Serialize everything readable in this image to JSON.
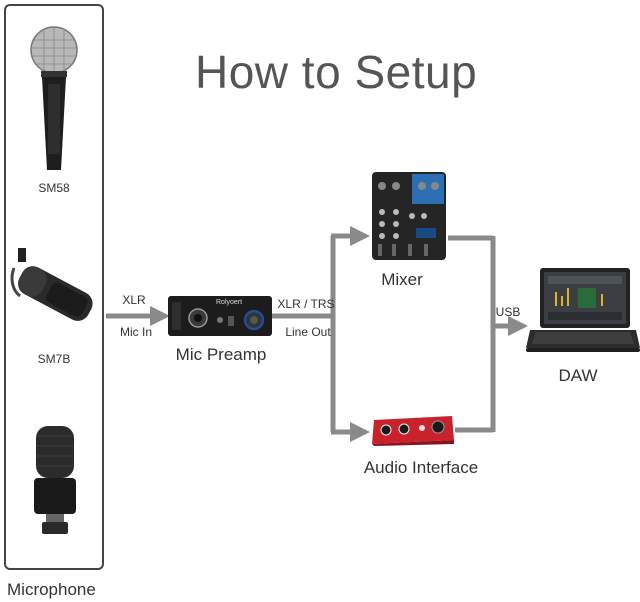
{
  "title": "How to Setup",
  "microphones": {
    "group_label": "Microphone",
    "items": [
      {
        "label": "SM58"
      },
      {
        "label": "SM7B"
      },
      {
        "label": ""
      }
    ]
  },
  "connections": {
    "mic_to_preamp_top": "XLR",
    "mic_to_preamp_bottom": "Mic In",
    "preamp_out_top": "XLR / TRS",
    "preamp_out_bottom": "Line Out",
    "to_daw": "USB"
  },
  "devices": {
    "preamp": "Mic Preamp",
    "preamp_brand": "Rolyoert",
    "mixer": "Mixer",
    "interface": "Audio Interface",
    "daw": "DAW"
  },
  "colors": {
    "line": "#8a8a8a",
    "interface_red": "#c8232c",
    "mixer_blue": "#2c6fb5"
  }
}
